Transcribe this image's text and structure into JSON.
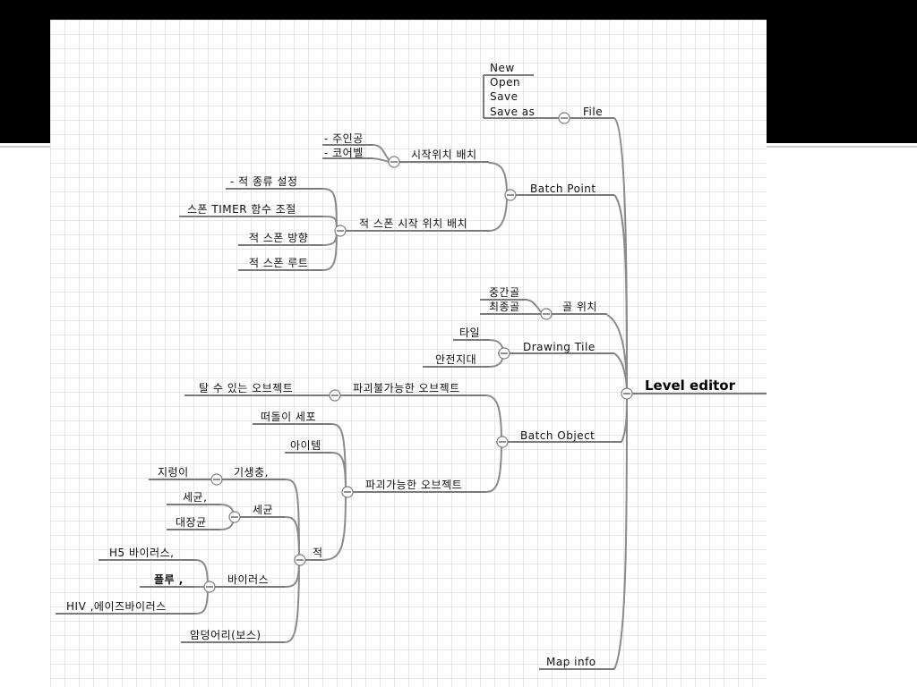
{
  "mindmap": {
    "root": "Level editor",
    "file": {
      "label": "File",
      "items": [
        "New",
        "Open",
        "Save",
        "Save as"
      ]
    },
    "batch_point": {
      "label": "Batch Point",
      "start_pos": {
        "label": "시작위치 배치",
        "items": [
          "- 주인공",
          "- 코어벨"
        ]
      },
      "enemy_spawn": {
        "label": "적 스폰 시작 위치 배치",
        "items": [
          "- 적 종류 설정",
          "스폰 TIMER 함수 조절",
          "적 스폰 방향",
          "적 스폰 루트"
        ]
      }
    },
    "goal_pos": {
      "label": "골 위치",
      "items": [
        "중간골",
        "최종골"
      ]
    },
    "drawing_tile": {
      "label": "Drawing Tile",
      "items": [
        "타일",
        "안전지대"
      ]
    },
    "batch_object": {
      "label": "Batch Object",
      "indestructible": {
        "label": "파괴불가능한 오브젝트",
        "items": [
          "탈 수 있는 오브젝트"
        ]
      },
      "destructible": {
        "label": "파괴가능한 오브젝트",
        "items": [
          "떠돌이 세포",
          "아이템"
        ],
        "enemy": {
          "label": "적",
          "parasite": {
            "label": "기생충,",
            "items": [
              "지렁이"
            ]
          },
          "bacteria": {
            "label": "세균",
            "items": [
              "세균,",
              "대장균"
            ]
          },
          "virus": {
            "label": "바이러스",
            "items": [
              "H5 바이러스,",
              "플루 ,",
              "HIV ,에이즈바이러스"
            ]
          },
          "boss": "암덩어리(보스)"
        }
      }
    },
    "map_info": {
      "label": "Map info"
    }
  }
}
